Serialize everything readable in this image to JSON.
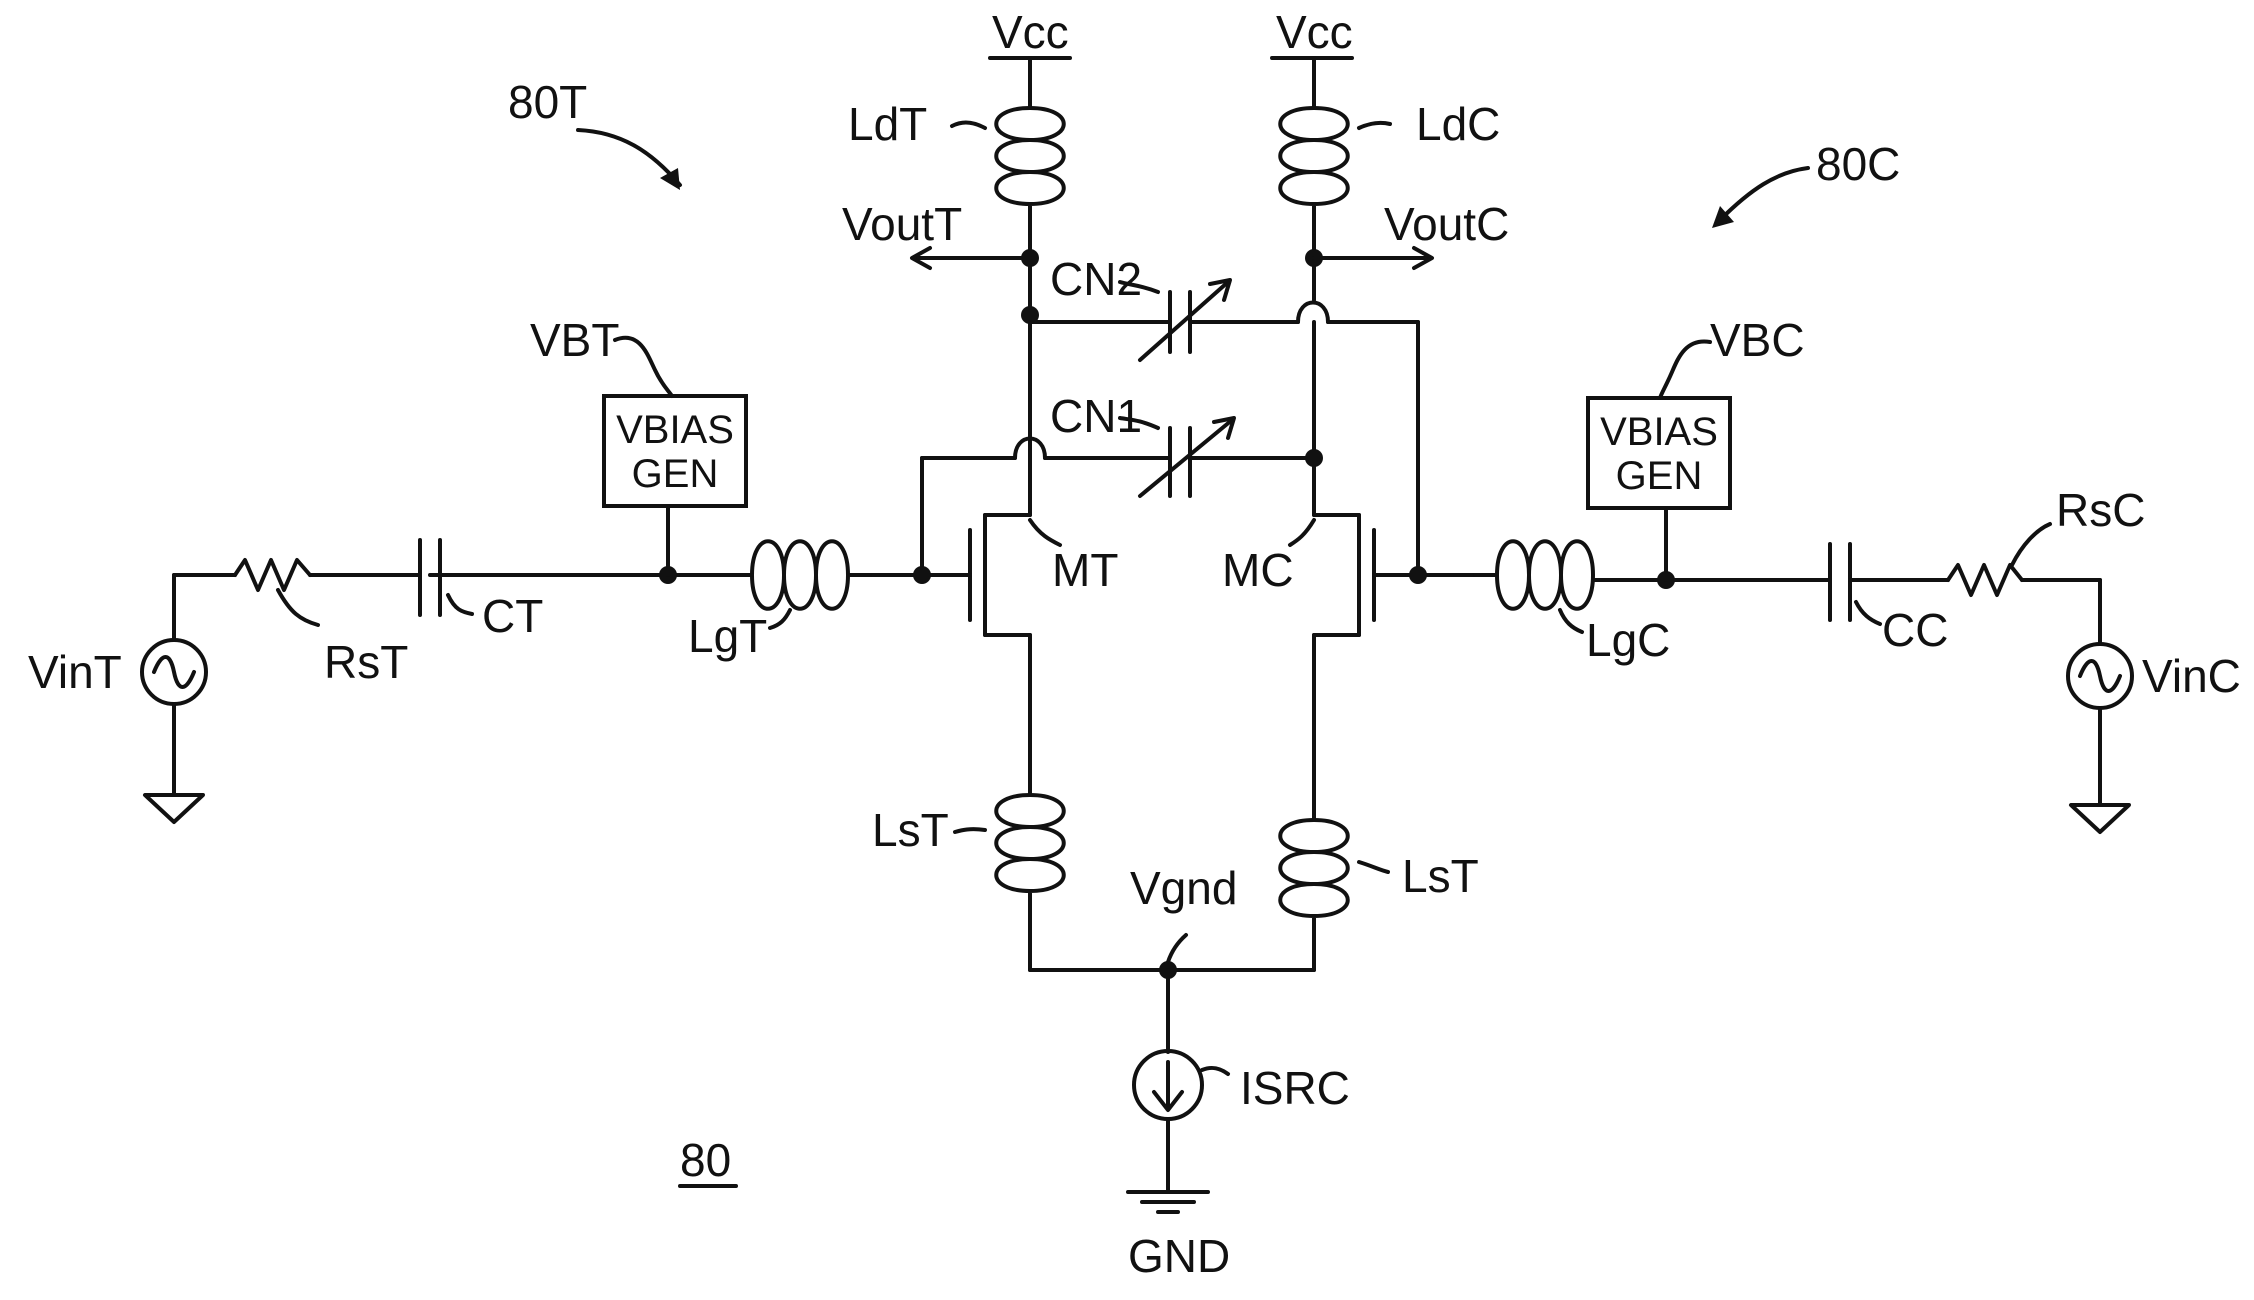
{
  "figure_number": "80",
  "circuit_labels": {
    "true_side": "80T",
    "complement_side": "80C"
  },
  "supplies": {
    "vcc_left": "Vcc",
    "vcc_right": "Vcc",
    "vgnd": "Vgnd",
    "gnd": "GND"
  },
  "components": {
    "ldt": "LdT",
    "ldc": "LdC",
    "cn2": "CN2",
    "cn1": "CN1",
    "mt": "MT",
    "mc": "MC",
    "lgt": "LgT",
    "lgc": "LgC",
    "lst_left": "LsT",
    "lst_right": "LsT",
    "ct": "CT",
    "cc": "CC",
    "rst": "RsT",
    "rsc": "RsC",
    "isrc": "ISRC"
  },
  "sources": {
    "vint": "VinT",
    "vinc": "VinC"
  },
  "outputs": {
    "voutt": "VoutT",
    "voutc": "VoutC"
  },
  "bias": {
    "vbt": "VBT",
    "vbc": "VBC",
    "left_box_line1": "VBIAS",
    "left_box_line2": "GEN",
    "right_box_line1": "VBIAS",
    "right_box_line2": "GEN"
  }
}
